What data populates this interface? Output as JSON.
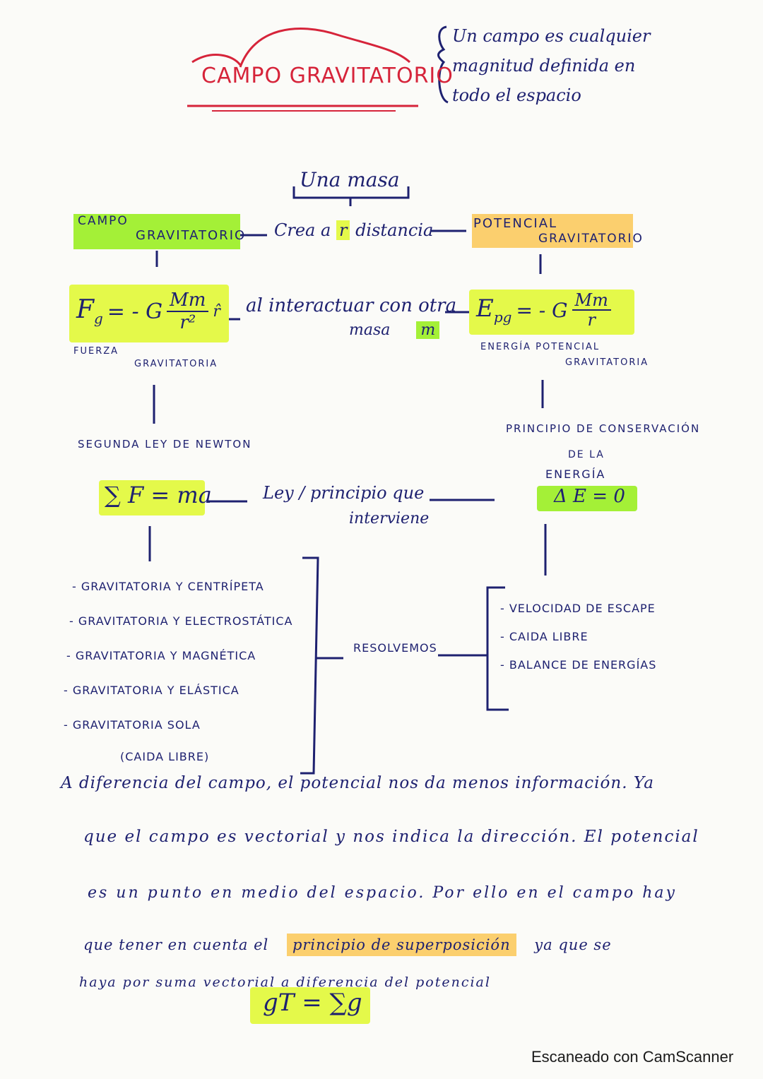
{
  "title": "CAMPO GRAVITATORIO",
  "definition": [
    "Un campo es cualquier",
    "magnitud definida en",
    "todo el espacio"
  ],
  "source_box": "Una masa",
  "left_top": {
    "line1": "CAMPO",
    "line2": "GRAVITATORIO"
  },
  "crea": {
    "before": "Crea a",
    "r": "r",
    "after": "distancia"
  },
  "right_top": {
    "line1": "POTENCIAL",
    "line2": "GRAVITATORIO"
  },
  "force_formula": {
    "lhs": "F",
    "sub": "g",
    "mid": "= - G",
    "num": "Mm",
    "den": "r²",
    "tail": "r̂"
  },
  "interact": {
    "line1": "al interactuar con otra",
    "line2": "masa",
    "m": "m"
  },
  "energy_formula": {
    "lhs": "E",
    "sub": "pg",
    "mid": "= - G",
    "num": "Mm",
    "den": "r"
  },
  "force_label": {
    "line1": "FUERZA",
    "line2": "GRAVITATORIA"
  },
  "energy_label": {
    "line1": "ENERGÍA POTENCIAL",
    "line2": "GRAVITATORIA"
  },
  "newton": "SEGUNDA LEY DE NEWTON",
  "conservation": {
    "line1": "PRINCIPIO DE CONSERVACIÓN",
    "line2": "DE LA",
    "line3": "ENERGÍA"
  },
  "sum_formula": "∑ F = ma",
  "law": {
    "line1": "Ley / principio que",
    "line2": "interviene"
  },
  "delta_formula": "Δ E = 0",
  "left_list": [
    "- GRAVITATORIA Y CENTRÍPETA",
    "- GRAVITATORIA Y ELECTROSTÁTICA",
    "- GRAVITATORIA Y MAGNÉTICA",
    "- GRAVITATORIA Y ELÁSTICA",
    "- GRAVITATORIA SOLA",
    "(CAIDA LIBRE)"
  ],
  "resolvemos": "RESOLVEMOS",
  "right_list": [
    "- VELOCIDAD DE ESCAPE",
    "- CAIDA LIBRE",
    "- BALANCE DE ENERGÍAS"
  ],
  "paragraph": {
    "l1": "A diferencia del campo, el potencial nos da menos información. Ya",
    "l2": "que el campo es vectorial y nos indica la dirección. El potencial",
    "l3": "es un punto en medio del espacio. Por ello en el campo hay",
    "l4_a": "que tener en cuenta el",
    "l4_hl": "principio de superposición",
    "l4_b": "ya que se",
    "l5": "haya por suma vectorial a diferencia del potencial"
  },
  "final_formula": "gT = ∑g",
  "watermark": "Escaneado con CamScanner",
  "colors": {
    "green": "#a4f037",
    "yellow": "#e4f94a",
    "orange": "#fbcf6e",
    "ink": "#1e2170",
    "red": "#d6243a"
  }
}
